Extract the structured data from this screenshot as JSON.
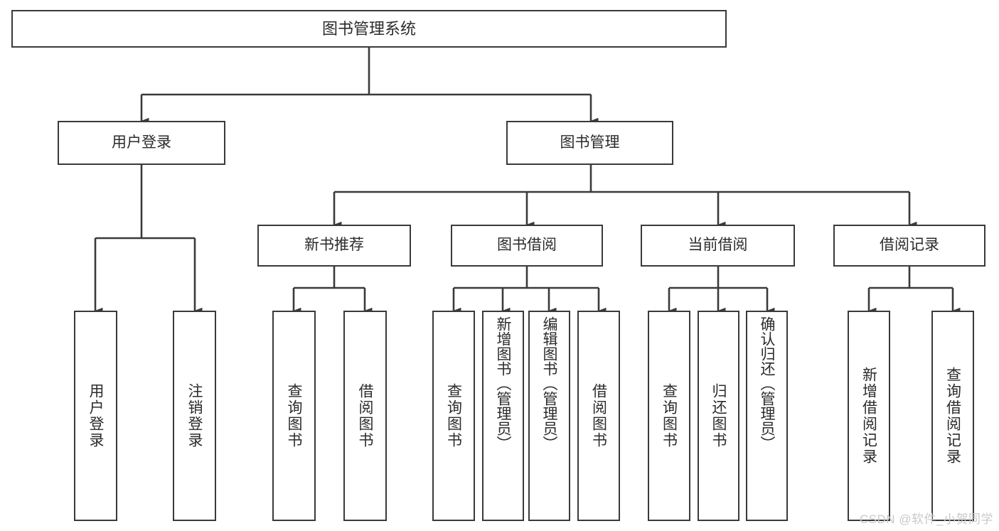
{
  "diagram": {
    "title": "图书管理系统",
    "type": "tree",
    "watermark": "CSDN @软件_小贺同学",
    "colors": {
      "box_border": "#3a3a3a",
      "box_fill": "#ffffff",
      "connector": "#3a3a3a",
      "text": "#2b2b2b",
      "watermark": "#c9c9c9",
      "background": "#ffffff"
    },
    "root": {
      "label": "图书管理系统"
    },
    "level2": [
      {
        "label": "用户登录"
      },
      {
        "label": "图书管理"
      }
    ],
    "level3": [
      {
        "label": "新书推荐"
      },
      {
        "label": "图书借阅"
      },
      {
        "label": "当前借阅"
      },
      {
        "label": "借阅记录"
      }
    ],
    "leaves": {
      "user_login": [
        {
          "label": "用户登录"
        },
        {
          "label": "注销登录"
        }
      ],
      "new_book": [
        {
          "label": "查询图书"
        },
        {
          "label": "借阅图书"
        }
      ],
      "book_borrow": [
        {
          "label": "查询图书"
        },
        {
          "label": "新增图书（管理员）"
        },
        {
          "label": "编辑图书（管理员）"
        },
        {
          "label": "借阅图书"
        }
      ],
      "current_borrow": [
        {
          "label": "查询图书"
        },
        {
          "label": "归还图书"
        },
        {
          "label": "确认归还（管理员）"
        }
      ],
      "borrow_record": [
        {
          "label": "新增借阅记录"
        },
        {
          "label": "查询借阅记录"
        }
      ]
    }
  }
}
